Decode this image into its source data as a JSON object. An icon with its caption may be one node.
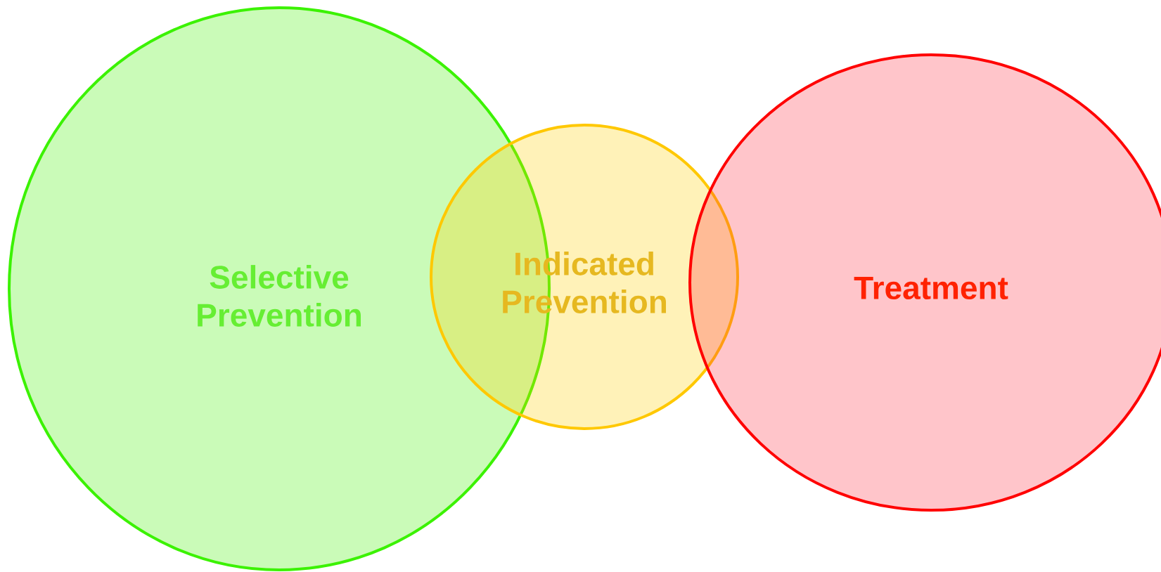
{
  "diagram": {
    "nodes": [
      {
        "text": [
          "Selective Prevention"
        ]
      },
      {
        "text": [
          "Indicated Prevention"
        ]
      },
      {
        "text": [
          "Treatment"
        ]
      }
    ]
  }
}
